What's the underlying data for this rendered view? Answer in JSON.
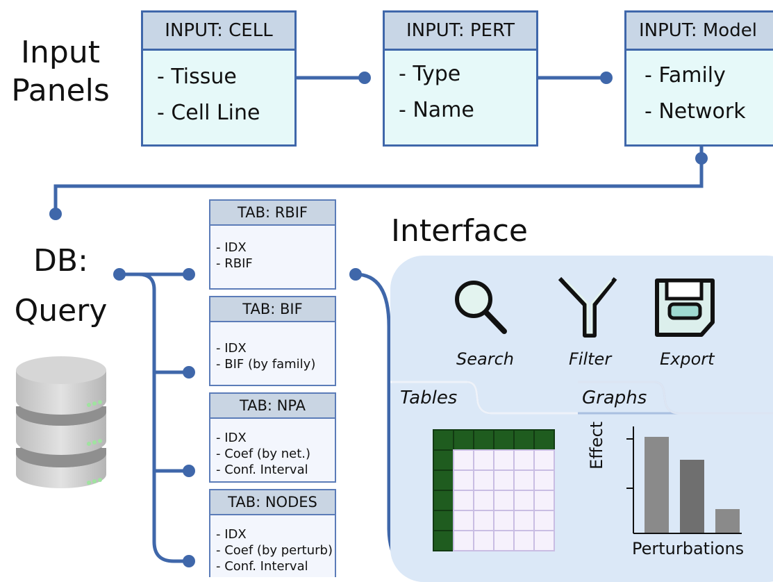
{
  "labels": {
    "input_panels_line1": "Input",
    "input_panels_line2": "Panels",
    "db_line1": "DB:",
    "db_line2": "Query",
    "interface": "Interface"
  },
  "input_panels": [
    {
      "header": "INPUT: CELL",
      "items": [
        "- Tissue",
        "- Cell Line"
      ]
    },
    {
      "header": "INPUT: PERT",
      "items": [
        "- Type",
        "- Name"
      ]
    },
    {
      "header": "INPUT: Model",
      "items": [
        "- Family",
        "- Network"
      ]
    }
  ],
  "tabs": [
    {
      "header": "TAB: RBIF",
      "items": [
        "- IDX",
        "- RBIF"
      ]
    },
    {
      "header": "TAB: BIF",
      "items": [
        "- IDX",
        "- BIF (by family)"
      ]
    },
    {
      "header": "TAB: NPA",
      "items": [
        "- IDX",
        "- Coef (by net.)",
        "- Conf. Interval"
      ]
    },
    {
      "header": "TAB: NODES",
      "items": [
        "- IDX",
        "- Coef (by perturb)",
        "- Conf. Interval"
      ]
    }
  ],
  "interface": {
    "tools": [
      {
        "label": "Search",
        "icon": "search-icon"
      },
      {
        "label": "Filter",
        "icon": "filter-icon"
      },
      {
        "label": "Export",
        "icon": "save-icon"
      }
    ],
    "view_tabs": [
      "Tables",
      "Graphs"
    ],
    "graph": {
      "xlabel": "Perturbations",
      "ylabel": "Effect",
      "bar_colors": [
        "#8a8a8a",
        "#6d6d6d",
        "#8a8a8a"
      ]
    }
  },
  "colors": {
    "connector": "#3f67aa",
    "panel_fill": "#e6f9f9",
    "interface_fill": "#dbe8f7",
    "table_header": "#1f5c1f"
  }
}
